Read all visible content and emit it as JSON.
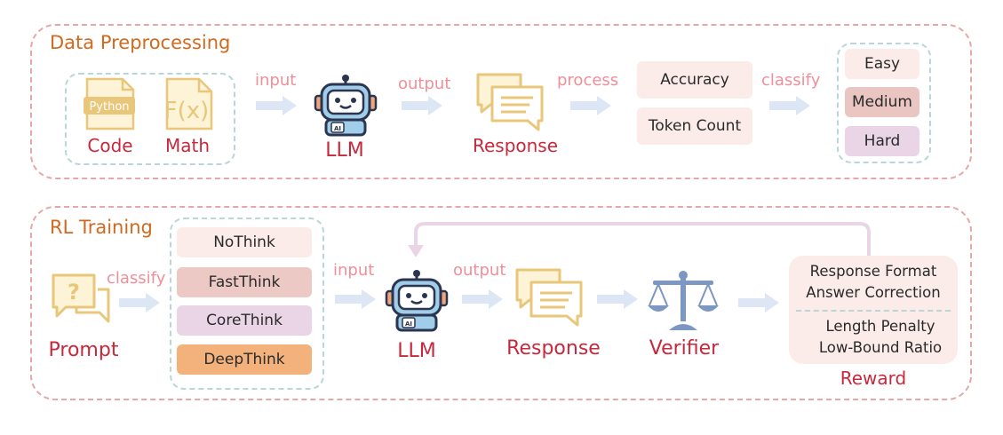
{
  "preprocessing": {
    "title": "Data Preprocessing",
    "python_badge": "Python",
    "fx_glyph": "F(x)",
    "sources": [
      "Code",
      "Math"
    ],
    "edge_input": "input",
    "llm_label": "LLM",
    "llm_badge": "AI",
    "edge_output": "output",
    "response_label": "Response",
    "edge_process": "process",
    "metrics": [
      "Accuracy",
      "Token Count"
    ],
    "edge_classify": "classify",
    "difficulty": [
      {
        "label": "Easy",
        "color": "#fbecea"
      },
      {
        "label": "Medium",
        "color": "#e9c6c1"
      },
      {
        "label": "Hard",
        "color": "#ead5e6"
      }
    ]
  },
  "training": {
    "title": "RL Training",
    "prompt_label": "Prompt",
    "prompt_glyph": "?",
    "edge_classify": "classify",
    "modes": [
      {
        "label": "NoThink",
        "color": "#fbecea"
      },
      {
        "label": "FastThink",
        "color": "#ecc9c4"
      },
      {
        "label": "CoreThink",
        "color": "#ead5e6"
      },
      {
        "label": "DeepThink",
        "color": "#f3b17c"
      }
    ],
    "edge_input": "input",
    "llm_label": "LLM",
    "llm_badge": "AI",
    "edge_output": "output",
    "response_label": "Response",
    "verifier_label": "Verifier",
    "reward_items": [
      "Response Format",
      "Answer Correction",
      "Length Penalty",
      "Low-Bound Ratio"
    ],
    "reward_label": "Reward"
  },
  "colors": {
    "section_border": "#e6a7a7",
    "group_border": "#b9d6d9",
    "label_red": "#c8283c",
    "edge_pink": "#ef8f9a",
    "arrow_blue": "#dde6f4",
    "accent_title": "#d2691e",
    "icon_gold": "#e8c77a",
    "verifier_blue": "#7b97c2"
  }
}
